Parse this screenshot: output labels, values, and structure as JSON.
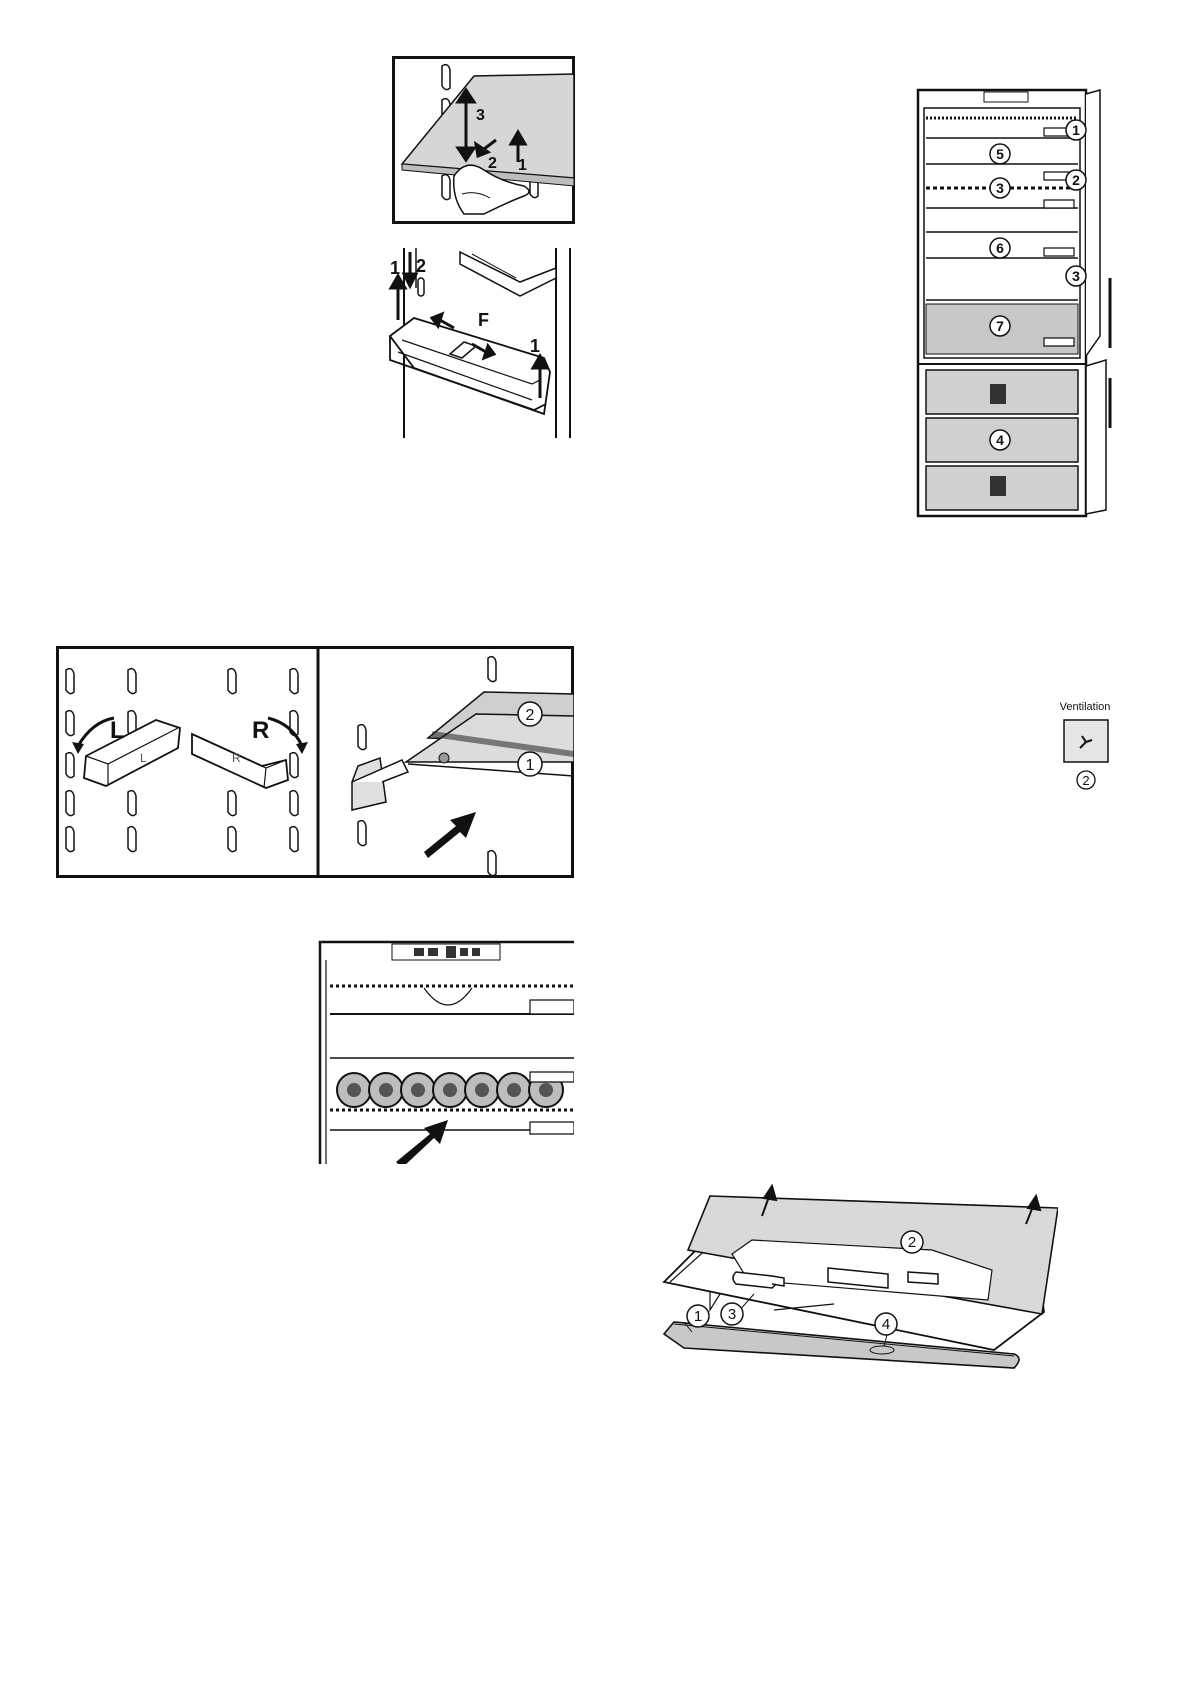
{
  "fig_shelf_removal": {
    "steps": [
      "3",
      "2",
      "1"
    ]
  },
  "fig_door_bin": {
    "step_a": "1",
    "step_b": "2",
    "divider_label": "F",
    "step_c": "1"
  },
  "fig_fridge_overview": {
    "callouts": [
      "1",
      "5",
      "2",
      "3",
      "6",
      "3",
      "7",
      "4"
    ]
  },
  "fig_stoppers": {
    "left_label": "L",
    "right_label": "R",
    "left_part": "L",
    "right_part": "R",
    "callout_top": "2",
    "callout_bottom": "1"
  },
  "fig_ventilation": {
    "title": "Ventilation",
    "callout": "2",
    "icon": "fan-icon"
  },
  "fig_light_cover": {
    "callouts": [
      "2",
      "1",
      "3",
      "4"
    ]
  },
  "colors": {
    "line": "#111111",
    "fill_gray": "#d9d9d9",
    "fill_dark": "#a9a9a9",
    "paper": "#ffffff"
  }
}
